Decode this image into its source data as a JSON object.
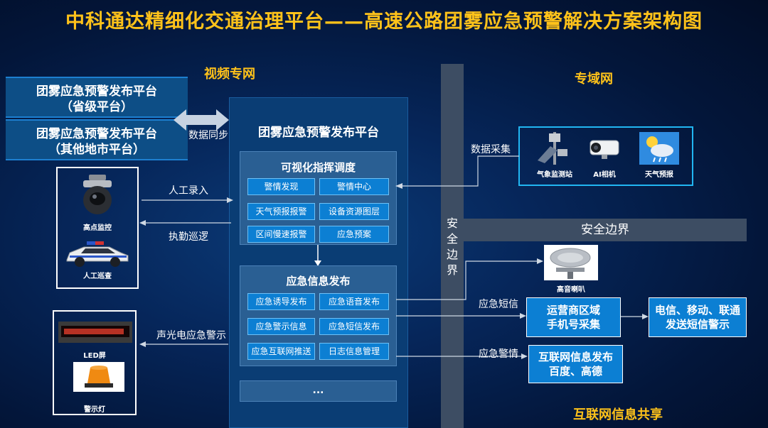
{
  "title": "中科通达精细化交通治理平台——高速公路团雾应急预警解决方案架构图",
  "zones": {
    "video": "视频专网",
    "domain": "专域网",
    "internet": "互联网信息共享"
  },
  "left_platforms": {
    "provincial_line1": "团雾应急预警发布平台",
    "provincial_line2": "（省级平台）",
    "city_line1": "团雾应急预警发布平台",
    "city_line2": "（其他地市平台）"
  },
  "labels": {
    "data_sync": "数据同步",
    "manual_entry": "人工录入",
    "patrol": "执勤巡逻",
    "alarm_output": "声光电应急警示",
    "data_collect": "数据采集",
    "sms": "应急短信",
    "alert": "应急警情"
  },
  "main_platform": {
    "title": "团雾应急预警发布平台",
    "dispatch": {
      "title": "可视化指挥调度",
      "buttons": [
        "警情发现",
        "警情中心",
        "天气预报报警",
        "设备资源图层",
        "区间慢速报警",
        "应急预案"
      ]
    },
    "release": {
      "title": "应急信息发布",
      "buttons": [
        "应急诱导发布",
        "应急语音发布",
        "应急警示信息",
        "应急短信发布",
        "应急互联网推送",
        "日志信息管理"
      ]
    },
    "more": "..."
  },
  "left_devices": {
    "camera": "高点监控",
    "police_car": "人工巡查",
    "led": "LED屏",
    "warning_light": "警示灯"
  },
  "security": {
    "vertical": [
      "安",
      "全",
      "边",
      "界"
    ],
    "horizontal": "安全边界"
  },
  "sensors": {
    "weather_station": "气象监测站",
    "ai_camera": "AI相机",
    "forecast": "天气预报"
  },
  "speaker": "高音喇叭",
  "right_boxes": {
    "carrier_line1": "运营商区域",
    "carrier_line2": "手机号采集",
    "sms_line1": "电信、移动、联通",
    "sms_line2": "发送短信警示",
    "internet_line1": "互联网信息发布",
    "internet_line2": "百度、高德"
  },
  "colors": {
    "title": "#ffc21a",
    "button": "#0c7fd3",
    "cyan_border": "#21b6f2",
    "boundary": "#3d4d63"
  }
}
